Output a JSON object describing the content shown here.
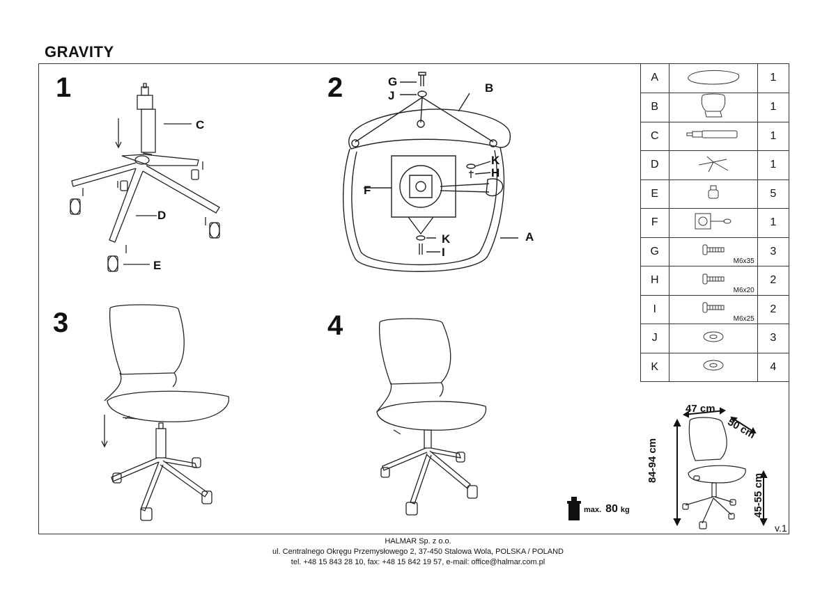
{
  "title": "GRAVITY",
  "steps": [
    "1",
    "2",
    "3",
    "4"
  ],
  "step1_labels": {
    "c": "C",
    "d": "D",
    "e": "E"
  },
  "step2_labels": {
    "g": "G",
    "j": "J",
    "b": "B",
    "k1": "K",
    "h": "H",
    "f": "F",
    "a": "A",
    "k2": "K",
    "i": "I"
  },
  "parts": [
    {
      "id": "A",
      "qty": "1",
      "icon": "seat-icon",
      "spec": ""
    },
    {
      "id": "B",
      "qty": "1",
      "icon": "backrest-icon",
      "spec": ""
    },
    {
      "id": "C",
      "qty": "1",
      "icon": "gas-lift-icon",
      "spec": ""
    },
    {
      "id": "D",
      "qty": "1",
      "icon": "star-base-icon",
      "spec": ""
    },
    {
      "id": "E",
      "qty": "5",
      "icon": "caster-icon",
      "spec": ""
    },
    {
      "id": "F",
      "qty": "1",
      "icon": "mechanism-icon",
      "spec": ""
    },
    {
      "id": "G",
      "qty": "3",
      "icon": "bolt-icon",
      "spec": "M6x35"
    },
    {
      "id": "H",
      "qty": "2",
      "icon": "bolt-icon",
      "spec": "M6x20"
    },
    {
      "id": "I",
      "qty": "2",
      "icon": "bolt-icon",
      "spec": "M6x25"
    },
    {
      "id": "J",
      "qty": "3",
      "icon": "washer-icon",
      "spec": ""
    },
    {
      "id": "K",
      "qty": "4",
      "icon": "washer-icon",
      "spec": ""
    }
  ],
  "dimensions": {
    "width": "47 cm",
    "depth": "50 cm",
    "height": "84-94 cm",
    "seat_height": "45-55 cm"
  },
  "max_load": {
    "prefix": "max.",
    "value": "80",
    "unit": "kg"
  },
  "version": "v.1",
  "footer": {
    "company": "HALMAR Sp. z o.o.",
    "address": "ul. Centralnego Okręgu Przemysłowego 2, 37-450 Stalowa Wola, POLSKA / POLAND",
    "contact": "tel. +48 15 843 28 10, fax: +48 15 842 19 57, e-mail: office@halmar.com.pl"
  }
}
